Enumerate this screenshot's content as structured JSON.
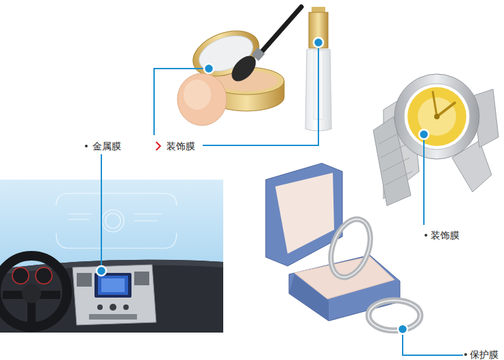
{
  "diagram": {
    "labels": [
      "金属膜",
      "装饰膜",
      "装饰膜",
      "保护膜"
    ]
  }
}
